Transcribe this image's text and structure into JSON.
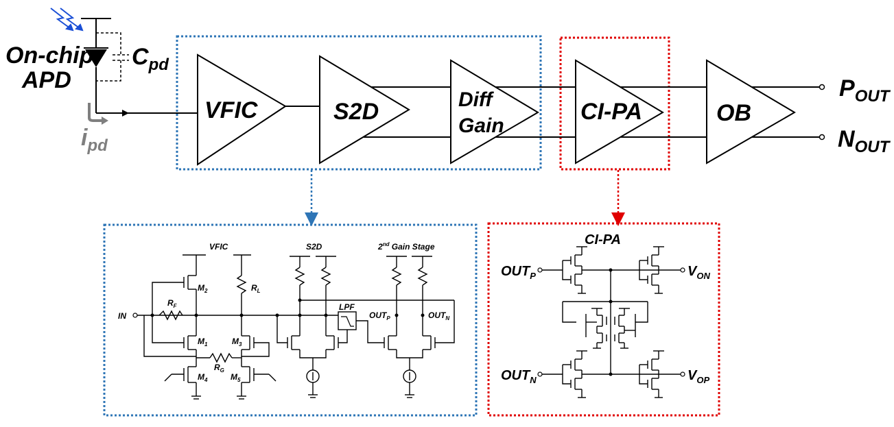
{
  "top": {
    "apd_label_line1": "On-chip",
    "apd_label_line2": "APD",
    "cpd_main": "C",
    "cpd_sub": "pd",
    "ipd_main": "i",
    "ipd_sub": "pd",
    "blocks": {
      "vfic": "VFIC",
      "s2d": "S2D",
      "diff_line1": "Diff",
      "diff_line2": "Gain",
      "cipa": "CI-PA",
      "ob": "OB"
    },
    "pout_main": "P",
    "pout_sub": "OUT",
    "nout_main": "N",
    "nout_sub": "OUT"
  },
  "left_detail": {
    "vfic_title": "VFIC",
    "s2d_title": "S2D",
    "gain_stage_pre": "2",
    "gain_stage_sup": "nd",
    "gain_stage_post": " Gain Stage",
    "in_label": "IN",
    "rf_main": "R",
    "rf_sub": "F",
    "rl_main": "R",
    "rl_sub": "L",
    "rg_main": "R",
    "rg_sub": "G",
    "m1_main": "M",
    "m1_sub": "1",
    "m2_main": "M",
    "m2_sub": "2",
    "m3_main": "M",
    "m3_sub": "3",
    "m4_main": "M",
    "m4_sub": "4",
    "m5_main": "M",
    "m5_sub": "5",
    "lpf_label": "LPF",
    "outp_main": "OUT",
    "outp_sub": "P",
    "outn_main": "OUT",
    "outn_sub": "N"
  },
  "right_detail": {
    "title": "CI-PA",
    "outp_main": "OUT",
    "outp_sub": "P",
    "outn_main": "OUT",
    "outn_sub": "N",
    "von_main": "V",
    "von_sub": "ON",
    "vop_main": "V",
    "vop_sub": "OP"
  },
  "colors": {
    "blue_box": "#2e75b6",
    "red_box": "#e00000",
    "light_blue": "#1a4fd6",
    "gray": "#7f7f7f"
  }
}
